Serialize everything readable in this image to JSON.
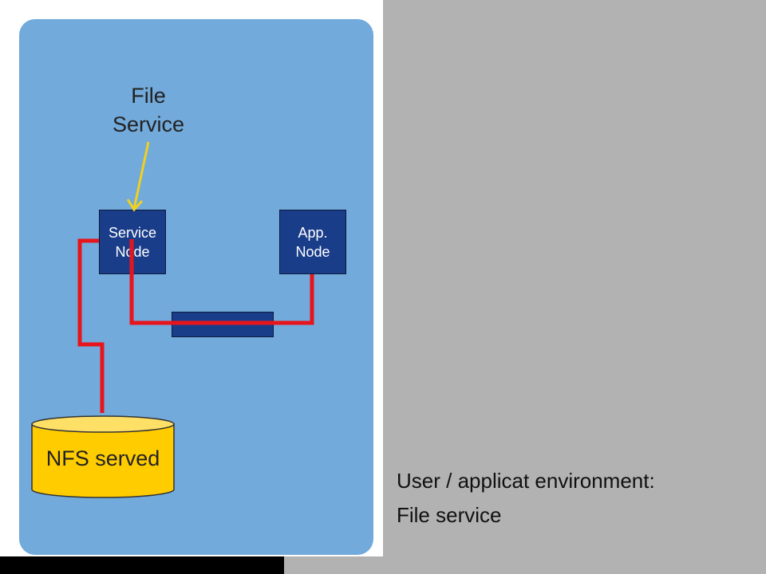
{
  "diagram": {
    "file_service_label": "File\nService",
    "service_node_label": "Service\nNode",
    "app_node_label": "App.\nNode",
    "storage_label": "NFS served"
  },
  "caption": {
    "line1": "User / applicat environment:",
    "line2": "File service"
  },
  "colors": {
    "panel_blue": "#72aadb",
    "node_navy": "#1a3d8a",
    "connection_red": "#e8141c",
    "arrow_yellow": "#f0d020",
    "storage_yellow": "#ffcc00",
    "side_gray": "#b2b2b2"
  }
}
